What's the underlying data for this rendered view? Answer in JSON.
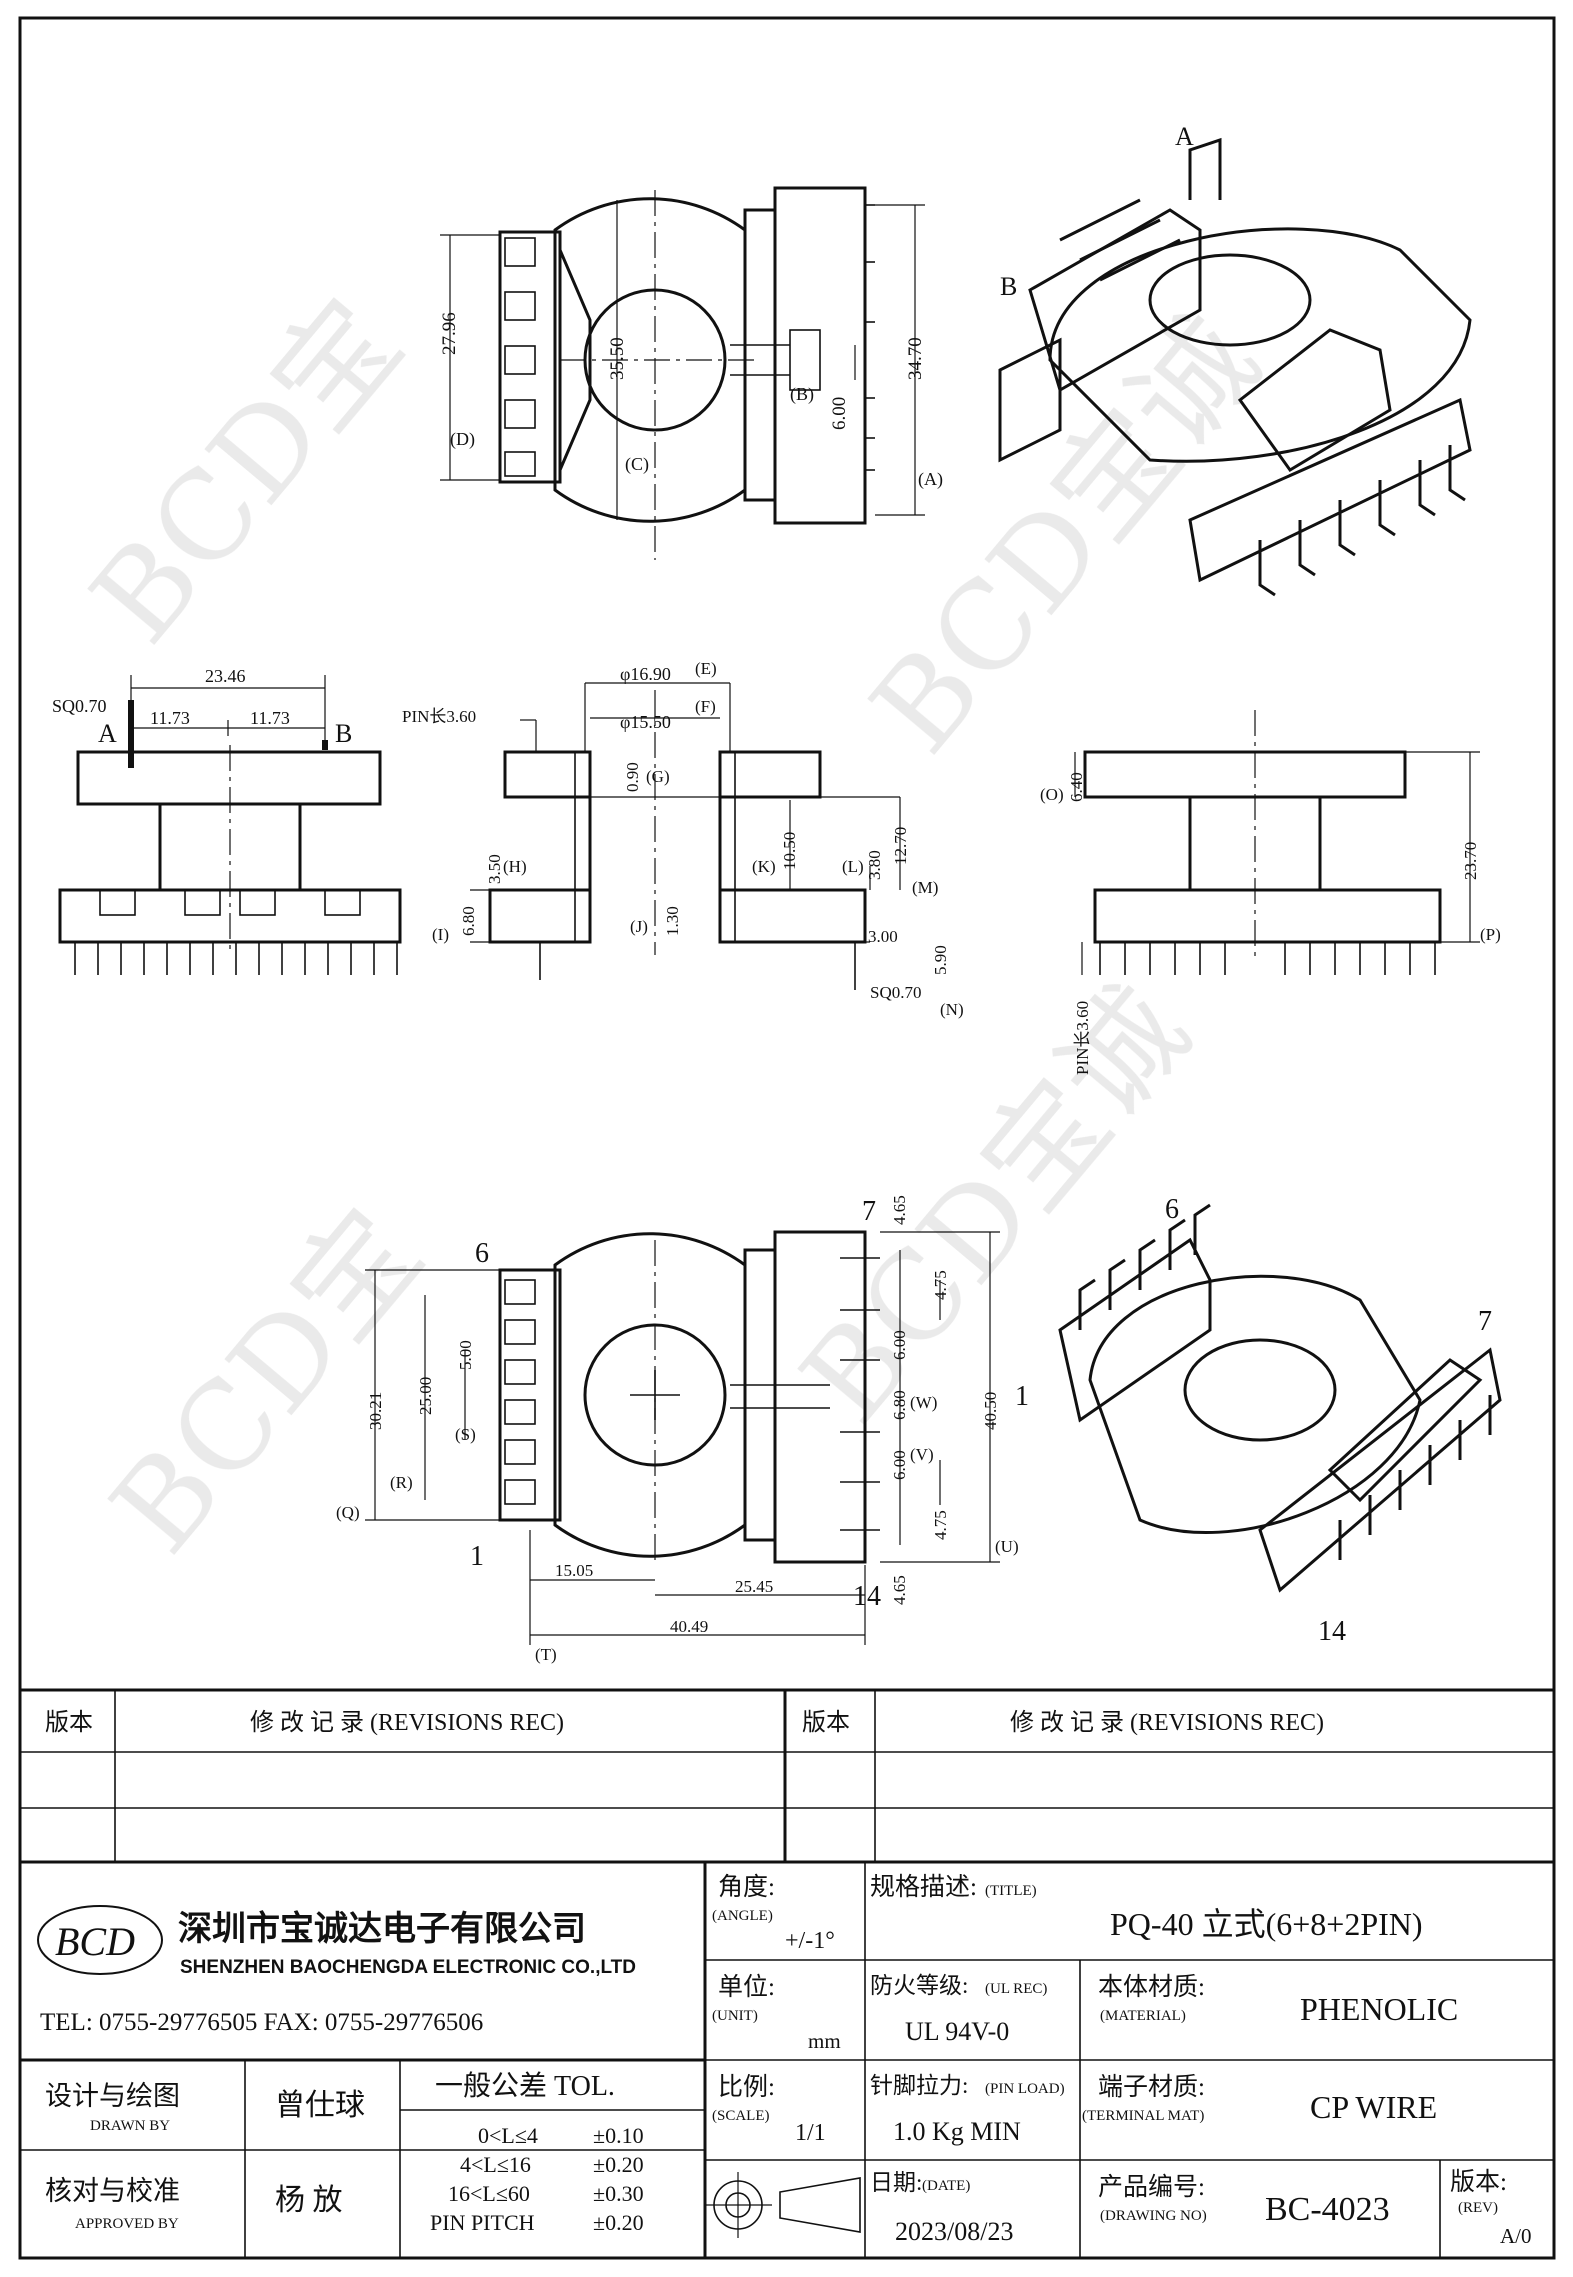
{
  "drawing": {
    "top_view_dims": [
      "27.96",
      "35.50",
      "34.70",
      "6.00"
    ],
    "top_view_labels": [
      "(D)",
      "(C)",
      "(B)",
      "(A)"
    ],
    "iso_labels_top": [
      "A",
      "B"
    ],
    "front_view": {
      "dims": [
        "SQ0.70",
        "23.46",
        "11.73",
        "11.73"
      ],
      "labels": [
        "A",
        "B"
      ]
    },
    "section_view": {
      "dims": [
        "PIN长3.60",
        "φ16.90",
        "φ15.50",
        "0.90",
        "3.50",
        "6.80",
        "1.30",
        "10.50",
        "3.80",
        "12.70",
        "3.00",
        "5.90",
        "SQ0.70"
      ],
      "labels": [
        "(E)",
        "(F)",
        "(G)",
        "(H)",
        "(I)",
        "(J)",
        "(K)",
        "(L)",
        "(M)",
        "(N)"
      ]
    },
    "side_view": {
      "dims": [
        "6.40",
        "23.70",
        "PIN长3.60"
      ],
      "labels": [
        "(O)",
        "(P)"
      ]
    },
    "bottom_view": {
      "pins": [
        "6",
        "7",
        "1",
        "14"
      ],
      "dims": [
        "30.21",
        "25.00",
        "5.00",
        "4.65",
        "4.75",
        "6.00",
        "6.80",
        "6.00",
        "4.75",
        "4.65",
        "40.50",
        "15.05",
        "25.45",
        "40.49"
      ],
      "labels": [
        "(Q)",
        "(R)",
        "(S)",
        "(W)",
        "(V)",
        "(U)",
        "(T)"
      ]
    },
    "iso_labels_bottom": [
      "6",
      "7",
      "1",
      "14"
    ]
  },
  "revisions": {
    "col_version": "版本",
    "col_record": "修 改 记 录 (REVISIONS REC)"
  },
  "company": {
    "logo": "BCD",
    "name_cn": "深圳市宝诚达电子有限公司",
    "name_en": "SHENZHEN BAOCHENGDA ELECTRONIC CO.,LTD",
    "tel_fax": "TEL: 0755-29776505  FAX: 0755-29776506"
  },
  "title_block": {
    "angle_label": "角度:",
    "angle_en": "(ANGLE)",
    "angle_value": "+/-1°",
    "title_label": "规格描述:",
    "title_en": "(TITLE)",
    "title_value": "PQ-40 立式(6+8+2PIN)",
    "unit_label": "单位:",
    "unit_en": "(UNIT)",
    "unit_value": "mm",
    "ul_label": "防火等级:",
    "ul_en": "(UL REC)",
    "ul_value": "UL 94V-0",
    "material_label": "本体材质:",
    "material_en": "(MATERIAL)",
    "material_value": "PHENOLIC",
    "designer_label": "设计与绘图",
    "designer_en": "DRAWN BY",
    "designer_value": "曾仕球",
    "tol_label": "一般公差 TOL.",
    "tol_rows": [
      {
        "range": "0<L≤4",
        "value": "±0.10"
      },
      {
        "range": "4<L≤16",
        "value": "±0.20"
      },
      {
        "range": "16<L≤60",
        "value": "±0.30"
      },
      {
        "range": "PIN PITCH",
        "value": "±0.20"
      }
    ],
    "scale_label": "比例:",
    "scale_en": "(SCALE)",
    "scale_value": "1/1",
    "pinload_label": "针脚拉力:",
    "pinload_en": "(PIN LOAD)",
    "pinload_value": "1.0 Kg MIN",
    "terminal_label": "端子材质:",
    "terminal_en": "(TERMINAL MAT)",
    "terminal_value": "CP WIRE",
    "approver_label": "核对与校准",
    "approver_en": "APPROVED BY",
    "approver_value": "杨 放",
    "date_label": "日期:",
    "date_en": "(DATE)",
    "date_value": "2023/08/23",
    "drawing_no_label": "产品编号:",
    "drawing_no_en": "(DRAWING NO)",
    "drawing_no_value": "BC-4023",
    "rev_label": "版本:",
    "rev_en": "(REV)",
    "rev_value": "A/0"
  }
}
